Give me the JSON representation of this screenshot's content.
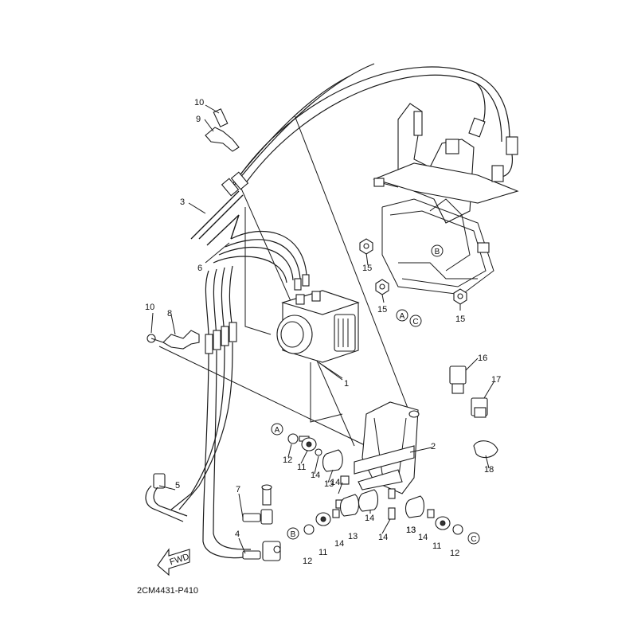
{
  "diagram": {
    "drawing_code": "2CM4431-P410",
    "fwd_label": "FWD",
    "callouts": [
      {
        "id": "c10a",
        "text": "10"
      },
      {
        "id": "c9",
        "text": "9"
      },
      {
        "id": "c3",
        "text": "3"
      },
      {
        "id": "c6",
        "text": "6"
      },
      {
        "id": "c10b",
        "text": "10"
      },
      {
        "id": "c8",
        "text": "8"
      },
      {
        "id": "c1",
        "text": "1"
      },
      {
        "id": "c15a",
        "text": "15"
      },
      {
        "id": "c15b",
        "text": "15"
      },
      {
        "id": "c15c",
        "text": "15"
      },
      {
        "id": "c16",
        "text": "16"
      },
      {
        "id": "c17",
        "text": "17"
      },
      {
        "id": "c2",
        "text": "2"
      },
      {
        "id": "c18",
        "text": "18"
      },
      {
        "id": "c12a",
        "text": "12"
      },
      {
        "id": "c11a",
        "text": "11"
      },
      {
        "id": "c14a",
        "text": "14"
      },
      {
        "id": "c13a",
        "text": "13"
      },
      {
        "id": "c5",
        "text": "5"
      },
      {
        "id": "c7",
        "text": "7"
      },
      {
        "id": "c14b",
        "text": "14"
      },
      {
        "id": "c14c",
        "text": "14"
      },
      {
        "id": "c13b",
        "text": "13"
      },
      {
        "id": "c14d",
        "text": "14"
      },
      {
        "id": "c4",
        "text": "4"
      },
      {
        "id": "c12b",
        "text": "12"
      },
      {
        "id": "c11b",
        "text": "11"
      },
      {
        "id": "c14e",
        "text": "14"
      },
      {
        "id": "c13c",
        "text": "13"
      },
      {
        "id": "c14f",
        "text": "14"
      },
      {
        "id": "c13d",
        "text": "13"
      },
      {
        "id": "c11c",
        "text": "11"
      },
      {
        "id": "c12c",
        "text": "12"
      }
    ],
    "ref_circles": [
      {
        "id": "rA1",
        "text": "A"
      },
      {
        "id": "rB1",
        "text": "B"
      },
      {
        "id": "rC1",
        "text": "C"
      },
      {
        "id": "rA2",
        "text": "A"
      },
      {
        "id": "rB2",
        "text": "B"
      },
      {
        "id": "rC2",
        "text": "C"
      }
    ]
  }
}
